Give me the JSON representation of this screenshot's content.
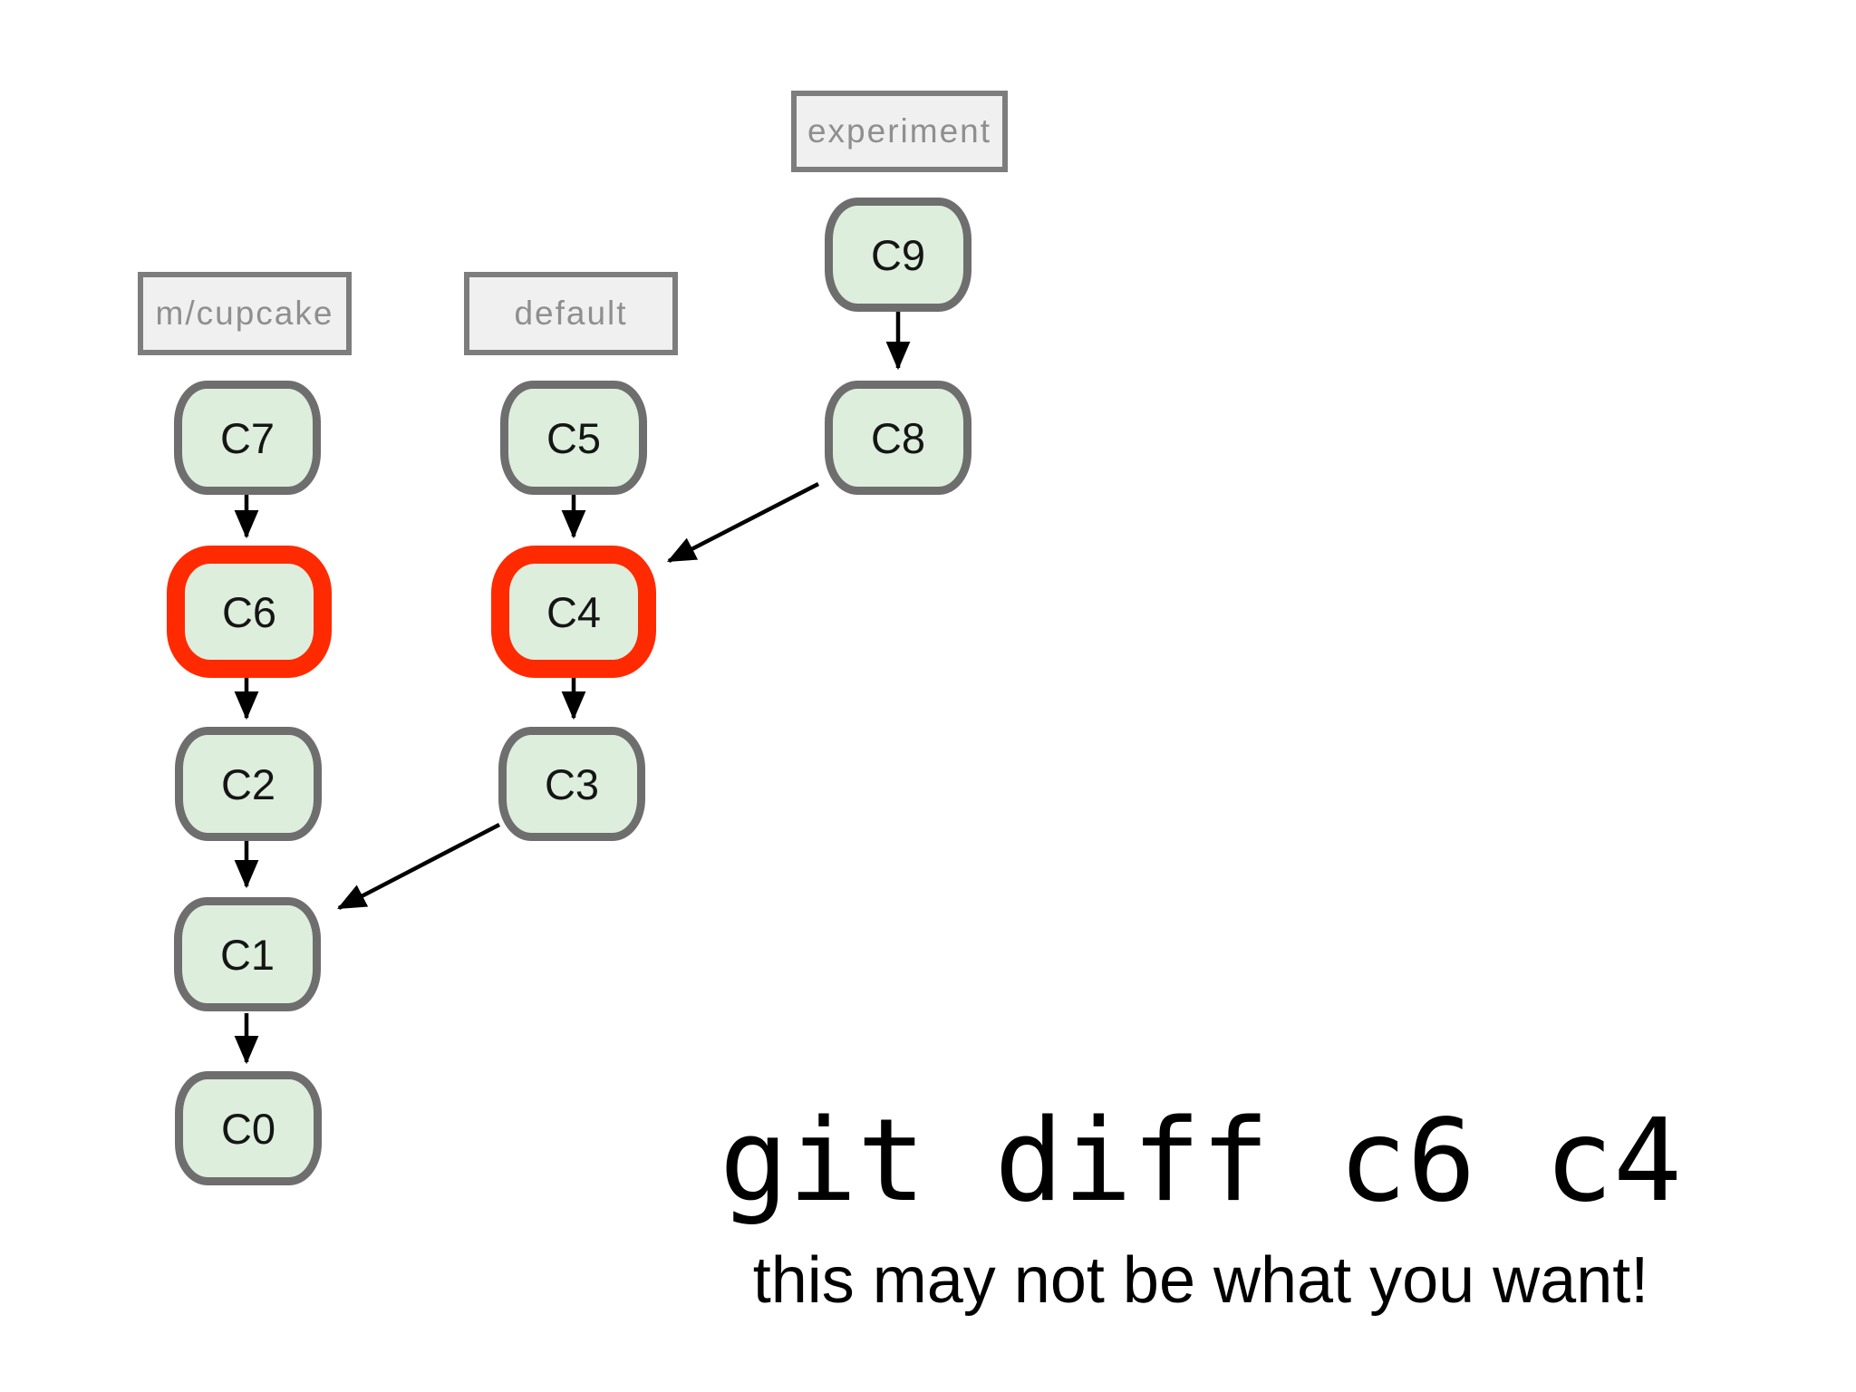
{
  "branches": [
    {
      "label": "m/cupcake"
    },
    {
      "label": "default"
    },
    {
      "label": "experiment"
    }
  ],
  "commits": [
    {
      "label": "C0",
      "highlighted": false
    },
    {
      "label": "C1",
      "highlighted": false
    },
    {
      "label": "C2",
      "highlighted": false
    },
    {
      "label": "C3",
      "highlighted": false
    },
    {
      "label": "C4",
      "highlighted": true
    },
    {
      "label": "C5",
      "highlighted": false
    },
    {
      "label": "C6",
      "highlighted": true
    },
    {
      "label": "C7",
      "highlighted": false
    },
    {
      "label": "C8",
      "highlighted": false
    },
    {
      "label": "C9",
      "highlighted": false
    }
  ],
  "edges": [
    {
      "from": "C9",
      "to": "C8"
    },
    {
      "from": "C7",
      "to": "C6"
    },
    {
      "from": "C5",
      "to": "C4"
    },
    {
      "from": "C8",
      "to": "C4"
    },
    {
      "from": "C6",
      "to": "C2"
    },
    {
      "from": "C4",
      "to": "C3"
    },
    {
      "from": "C2",
      "to": "C1"
    },
    {
      "from": "C3",
      "to": "C1"
    },
    {
      "from": "C1",
      "to": "C0"
    }
  ],
  "caption": {
    "command": "git diff c6 c4",
    "note": "this may not be what you want!"
  },
  "colors": {
    "node_fill": "#ddeedd",
    "node_border": "#6e6e6e",
    "highlight_border": "#ff2a00",
    "label_fill": "#f0f0f0",
    "label_border": "#7d7d7d",
    "label_text": "#8f8f8f",
    "arrow": "#000000",
    "background": "#ffffff"
  }
}
